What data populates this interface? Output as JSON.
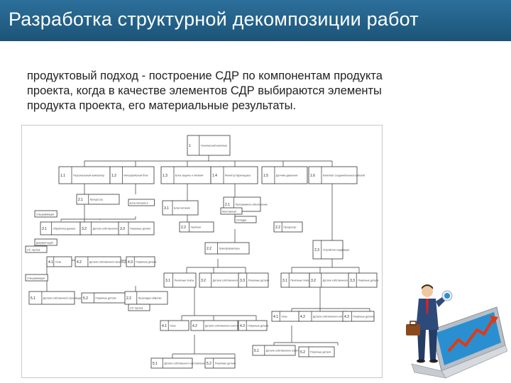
{
  "slide": {
    "title": "Разработка структурной декомпозиции работ",
    "body_lines": [
      "продуктовый подход - построение СДР по компонентам продукта",
      "проекта, когда в качестве элементов СДР выбираются элементы",
      "продукта проекта, его материальные результаты."
    ]
  },
  "diagram": {
    "root": {
      "num": "1",
      "label": "Технический комплекс"
    },
    "nodes": [
      {
        "num": "1.1",
        "label": "Персональный компьютер"
      },
      {
        "num": "1.2",
        "label": "Интерфейсный блок"
      },
      {
        "num": "1.3",
        "label": "Блок защиты и питания"
      },
      {
        "num": "1.4",
        "label": "Монитор бурильщика"
      },
      {
        "num": "1.5",
        "label": "Датчики давления"
      },
      {
        "num": "1.6",
        "label": "Комплект соединительных кабелей"
      },
      {
        "num": "2.1",
        "label": "Процессор"
      },
      {
        "num": "3.1",
        "label": "Блок питания"
      },
      {
        "num": "2.1",
        "label": "Программное обеспечение"
      },
      {
        "num": "3.1",
        "label": "Обработка данных"
      },
      {
        "num": "3.2",
        "label": "Детали собственного производства"
      },
      {
        "num": "3.3",
        "label": "Покупные детали"
      },
      {
        "num": "2.2",
        "label": "Процессор"
      },
      {
        "num": "2.2",
        "label": "Чертежи"
      },
      {
        "num": "2.2",
        "label": "Трансформаторы"
      },
      {
        "num": "2.3",
        "label": "Устройство индикации"
      },
      {
        "num": "4.1",
        "label": "Узлы"
      },
      {
        "num": "4.2",
        "label": "Детали собственного производства"
      },
      {
        "num": "4.3",
        "label": "Покупные детали"
      },
      {
        "num": "3.1",
        "label": "Печатные платы"
      },
      {
        "num": "3.2",
        "label": "Детали собственного изготовления"
      },
      {
        "num": "3.3",
        "label": "Покупные детали"
      },
      {
        "num": "3.1",
        "label": "Печатные платы"
      },
      {
        "num": "3.2",
        "label": "Детали собственного изготовления"
      },
      {
        "num": "3.3",
        "label": "Покупные детали"
      },
      {
        "num": "5.1",
        "label": "Детали собственного производства"
      },
      {
        "num": "5.2",
        "label": "Покупные детали"
      },
      {
        "num": "4.1",
        "label": "Узлы"
      },
      {
        "num": "4.2",
        "label": "Детали собственного изготовления"
      },
      {
        "num": "4.3",
        "label": "Покупные детали"
      },
      {
        "num": "4.1",
        "label": "Узлы"
      },
      {
        "num": "4.2",
        "label": "Детали собственного изготовления"
      },
      {
        "num": "4.3",
        "label": "Покупные детали"
      },
      {
        "num": "5.1",
        "label": "Детали собственного изготовления"
      },
      {
        "num": "5.2",
        "label": "Покупные детали"
      },
      {
        "num": "5.1",
        "label": "Детали собственного изготовления"
      },
      {
        "num": "5.2",
        "label": "Покупные детали"
      },
      {
        "num": "2.2",
        "label": "Прокладки обмотки"
      }
    ],
    "notes": [
      "Спецификация",
      "Блок питания 3",
      "Отладка",
      "Сб. чертеж",
      "Документация",
      "Спецификация",
      "Монтажный",
      "Сб. чертеж"
    ]
  },
  "colors": {
    "title_bar": "#1c5478",
    "title_text": "#ffffff",
    "body_text": "#222222",
    "laptop_screen": "#2a8fd0",
    "arrow": "#e03a12",
    "suit": "#2d4a7a"
  },
  "icons": [
    "businessman-icon",
    "laptop-icon",
    "briefcase-icon",
    "growth-arrow-icon"
  ]
}
